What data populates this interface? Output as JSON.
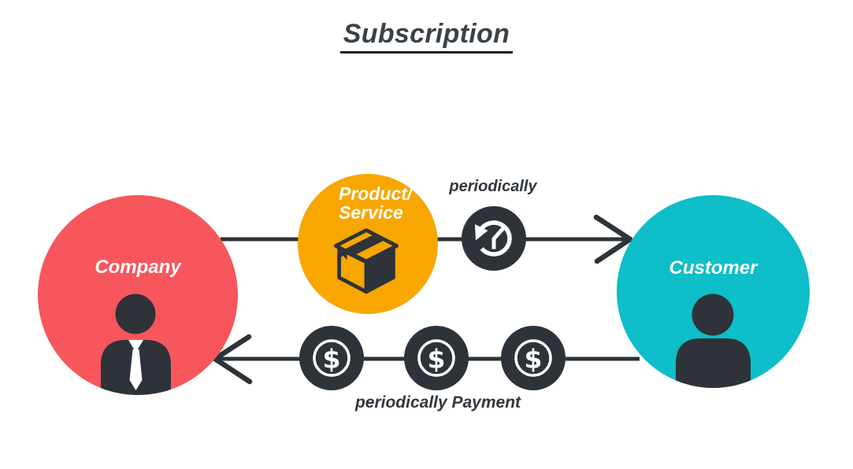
{
  "title": "Subscription",
  "colors": {
    "background": "#FFFFFF",
    "company": "#F7565C",
    "customer": "#0EBEC8",
    "product": "#F8A600",
    "ink": "#2D3339",
    "label_text": "#31373D",
    "title_text": "#3A4147",
    "underline": "#1D2124",
    "icon_white": "#FFFFFF"
  },
  "nodes": {
    "company": {
      "label": "Company",
      "icon": "businessman-icon"
    },
    "product_service": {
      "label_line1": "Product/",
      "label_line2": "Service",
      "icon": "package-box-icon"
    },
    "customer": {
      "label": "Customer",
      "icon": "person-icon"
    }
  },
  "flows": {
    "delivery": {
      "label": "periodically",
      "direction": "company-to-customer",
      "icon": "recurring-clock-icon"
    },
    "payment": {
      "label": "periodically Payment",
      "direction": "customer-to-company",
      "icon": "dollar-coin-icon",
      "coin_symbol": "$",
      "coin_count": 3
    }
  }
}
